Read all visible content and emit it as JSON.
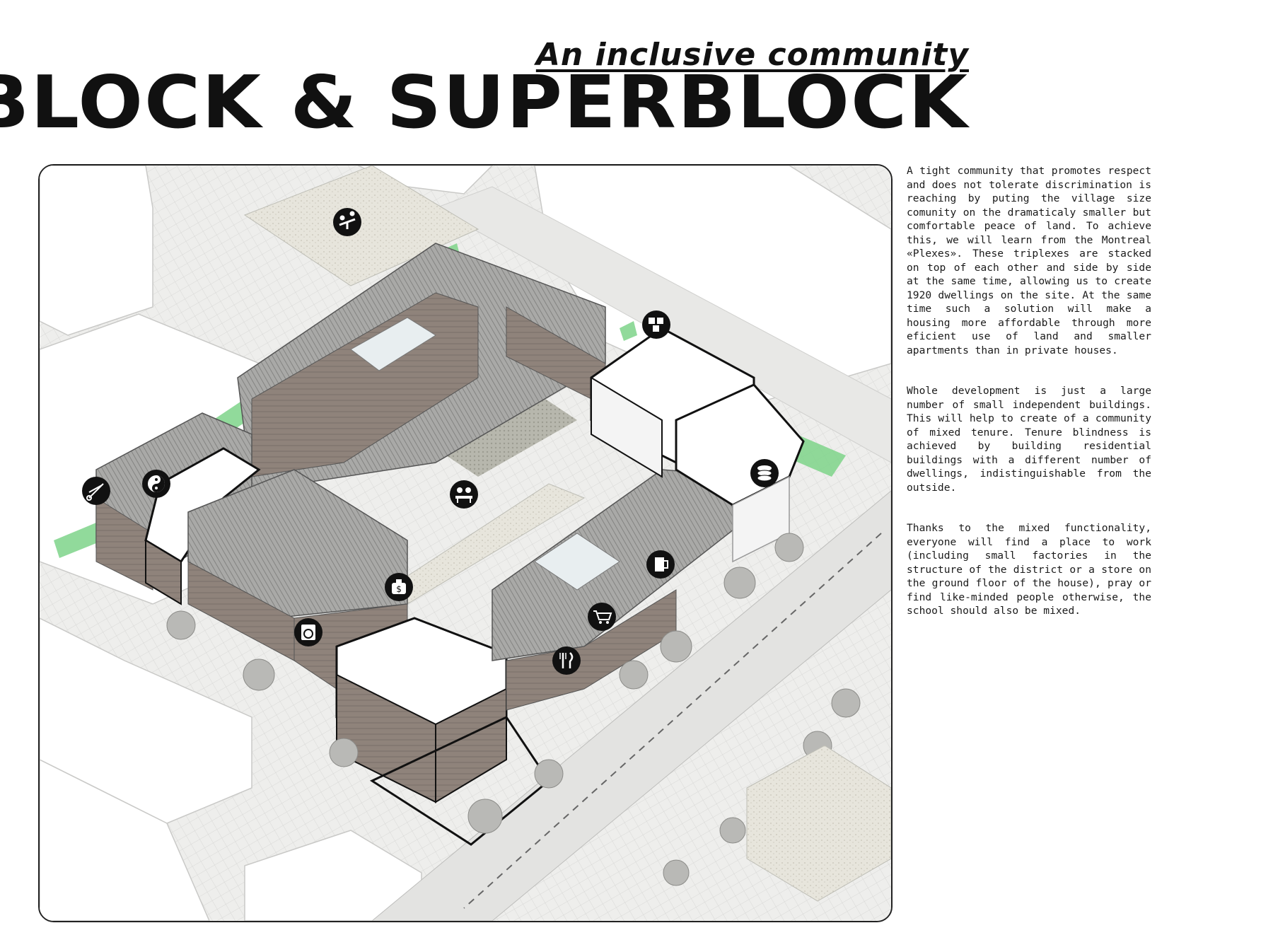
{
  "header": {
    "subtitle": "An inclusive community",
    "title": "BLOCK & SUPERBLOCK"
  },
  "text": {
    "paragraphs": [
      "A tight community that promotes respect and does not tolerate discrimination is reaching by puting the village size comunity on the dramaticaly smaller but comfortable peace of land. To achieve this, we will learn from the Montreal «Plexes». These triplexes are stacked on top of each other and side by side at the same time, allowing us to create 1920 dwellings on the site. At the same time such a solution will make a housing more affordable through more eficient use of land and smaller apartments than in private houses.",
      "Whole development is just a large number of small independent buildings. This will help to create of a community of mixed tenure. Tenure blindness is achieved by building residential buildings with a different number of dwellings, indistinguishable from the outside.",
      "Thanks to the mixed functionality, everyone will find a place to work (including small factories in the structure of the district or a store on the ground floor of the house), pray or find like-minded people otherwise, the school should also be mixed."
    ]
  },
  "diagram": {
    "colors": {
      "green_path": "#7ed38a",
      "roof": "#9a9a9a",
      "brick": "#8c8079",
      "ground": "#ecece8",
      "outline": "#111111"
    },
    "icons": [
      "playground-icon",
      "blocks-icon",
      "yin-yang-icon",
      "scissors-icon",
      "community-meeting-icon",
      "coins-icon",
      "beer-icon",
      "money-bag-icon",
      "shopping-cart-icon",
      "laundry-icon",
      "restaurant-icon"
    ]
  }
}
